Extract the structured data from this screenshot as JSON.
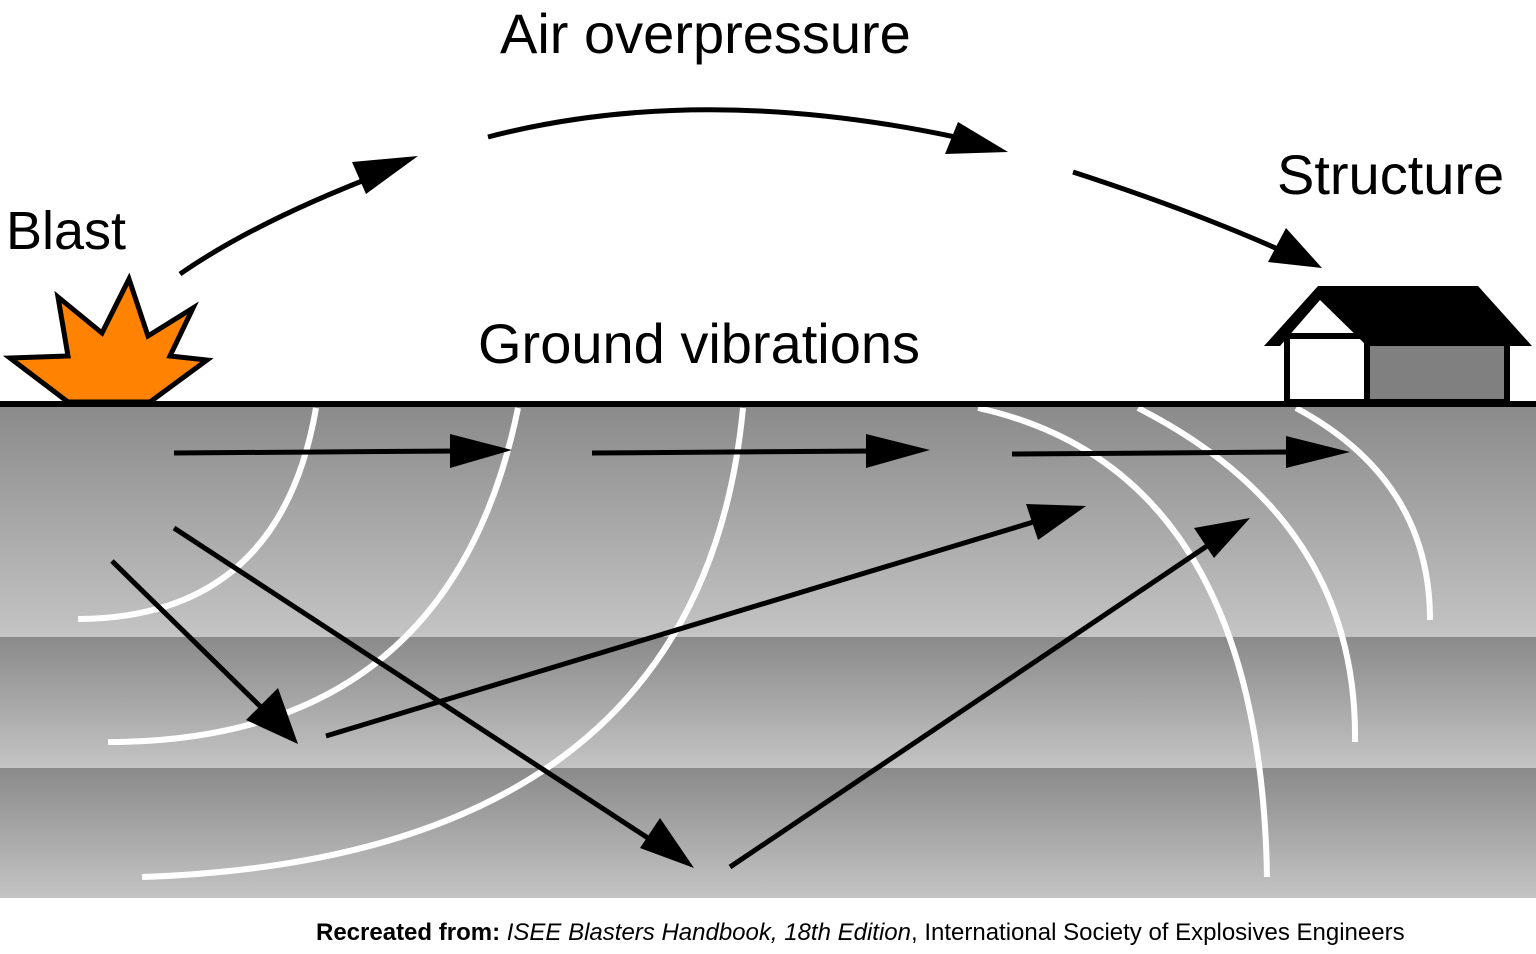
{
  "labels": {
    "blast": "Blast",
    "air_overpressure": "Air overpressure",
    "structure": "Structure",
    "ground_vibrations": "Ground vibrations"
  },
  "credit": {
    "prefix": "Recreated from:",
    "source_title": "ISEE Blasters Handbook, 18th Edition",
    "publisher": ", International Society of Explosives Engineers"
  },
  "colors": {
    "blast_fill": "#ff8200",
    "ground_dark": "#8a8a8a",
    "ground_light": "#c4c4c4",
    "wavefront": "#ffffff",
    "ink": "#000000",
    "house_wall": "#808080"
  }
}
